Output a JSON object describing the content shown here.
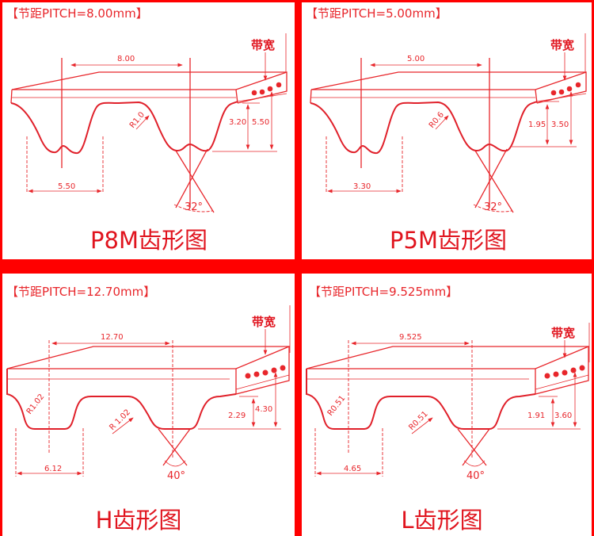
{
  "colors": {
    "frame": "#ff0000",
    "line": "#e8262b",
    "panel": "#ffffff"
  },
  "panels": [
    {
      "title": "【节距PITCH=8.00mm】",
      "pitch": "8.00",
      "width_dim": "5.50",
      "radius": "R1.0",
      "angle": "32°",
      "tooth_height": "3.20",
      "total_height": "5.50",
      "belt_width_label": "带宽",
      "caption": "P8M齿形图"
    },
    {
      "title": "【节距PITCH=5.00mm】",
      "pitch": "5.00",
      "width_dim": "3.30",
      "radius": "R0.6",
      "angle": "32°",
      "tooth_height": "1.95",
      "total_height": "3.50",
      "belt_width_label": "带宽",
      "caption": "P5M齿形图"
    },
    {
      "title": "【节距PITCH=12.70mm】",
      "pitch": "12.70",
      "width_dim": "6.12",
      "radius": "R1.02",
      "radius2": "R 1.02",
      "angle": "40°",
      "tooth_height": "2.29",
      "total_height": "4.30",
      "belt_width_label": "带宽",
      "caption": "H齿形图"
    },
    {
      "title": "【节距PITCH=9.525mm】",
      "pitch": "9.525",
      "width_dim": "4.65",
      "radius": "R0.51",
      "radius2": "R0.51",
      "angle": "40°",
      "tooth_height": "1.91",
      "total_height": "3.60",
      "belt_width_label": "带宽",
      "caption": "L齿形图"
    }
  ]
}
